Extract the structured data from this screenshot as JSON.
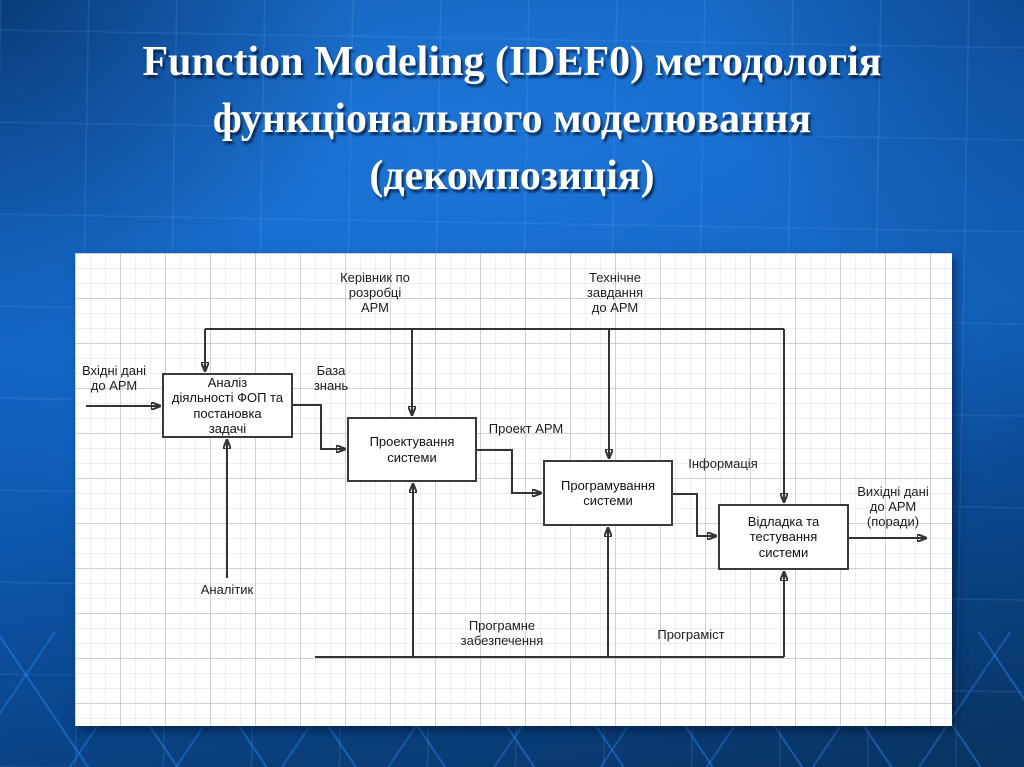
{
  "slide": {
    "title_lines": [
      "Function Modeling (IDEF0) методологія",
      "функціонального моделювання",
      "(декомпозиція)"
    ],
    "colors": {
      "background_blue": "#1065c6",
      "background_navy": "#093360",
      "panel_background": "#ffffff",
      "diagram_line": "#333333",
      "title_text": "#ffffff"
    }
  },
  "diagram": {
    "boxes": [
      {
        "id": "analysis",
        "label": "Аналіз\nдіяльності ФОП та\nпостановка\nзадачі"
      },
      {
        "id": "design",
        "label": "Проектування\nсистеми"
      },
      {
        "id": "programming",
        "label": "Програмування\nсистеми"
      },
      {
        "id": "debugging",
        "label": "Відладка та\nтестування\nсистеми"
      }
    ],
    "labels": [
      {
        "id": "manager",
        "text": "Керівник по\nрозробці\nАРМ"
      },
      {
        "id": "tech-task",
        "text": "Технічне\nзавдання\nдо АРМ"
      },
      {
        "id": "input-data",
        "text": "Вхідні дані\nдо АРМ"
      },
      {
        "id": "knowledge-base",
        "text": "База\nзнань"
      },
      {
        "id": "project",
        "text": "Проект АРМ"
      },
      {
        "id": "information",
        "text": "Інформація"
      },
      {
        "id": "output-data",
        "text": "Вихідні дані\nдо АРМ\n(поради)"
      },
      {
        "id": "analyst",
        "text": "Аналітик"
      },
      {
        "id": "software",
        "text": "Програмне\nзабезпечення"
      },
      {
        "id": "programmer",
        "text": "Програміст"
      }
    ]
  }
}
